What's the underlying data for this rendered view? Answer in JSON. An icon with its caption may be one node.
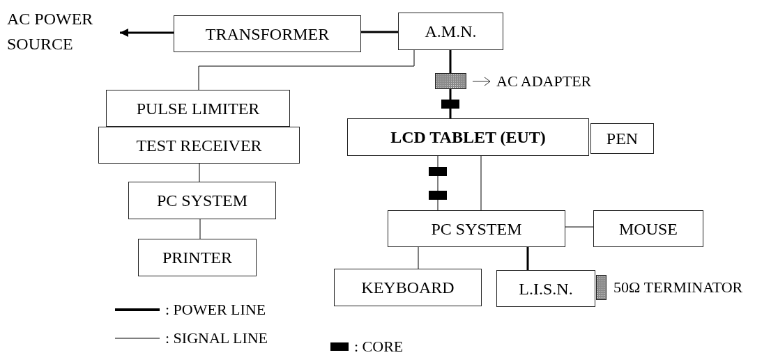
{
  "diagram": {
    "nodes": [
      {
        "text": [
          "AC POWER SOURCE"
        ]
      },
      {
        "text": [
          "TRANSFORMER"
        ]
      },
      {
        "text": [
          "A.M.N."
        ]
      },
      {
        "text": [],
        "shape": "box",
        "beside": [
          "AC ADAPTER"
        ]
      },
      {
        "text": [
          "PULSE LIMITER"
        ]
      },
      {
        "text": [
          "TEST RECEIVER"
        ]
      },
      {
        "text": [
          "LCD TABLET (EUT)"
        ]
      },
      {
        "text": [
          "PEN"
        ]
      },
      {
        "text": [
          "PC SYSTEM"
        ]
      },
      {
        "text": [
          "PC SYSTEM"
        ]
      },
      {
        "text": [
          "MOUSE"
        ]
      },
      {
        "text": [
          "PRINTER"
        ]
      },
      {
        "text": [
          "KEYBOARD"
        ]
      },
      {
        "text": [
          "L.I.S.N."
        ]
      },
      {
        "text": [],
        "shape": "box",
        "beside": [
          "50Ω TERMINATOR"
        ]
      }
    ],
    "edges": [
      {
        "from": 1,
        "to": 0,
        "arrow": "to",
        "style": "thick"
      },
      {
        "from": 1,
        "to": 2,
        "arrow": "none",
        "style": "thick"
      },
      {
        "from": 2,
        "to": 4,
        "arrow": "none"
      },
      {
        "from": 2,
        "to": 3,
        "arrow": "none",
        "style": "thick"
      },
      {
        "from": 3,
        "to": 6,
        "arrow": "none",
        "style": "thick"
      },
      {
        "from": 6,
        "to": 9,
        "arrow": "none"
      },
      {
        "from": 6,
        "to": 9,
        "arrow": "none"
      },
      {
        "from": 5,
        "to": 8,
        "arrow": "none"
      },
      {
        "from": 8,
        "to": 11,
        "arrow": "none"
      },
      {
        "from": 9,
        "to": 10,
        "arrow": "none"
      },
      {
        "from": 9,
        "to": 12,
        "arrow": "none"
      },
      {
        "from": 9,
        "to": 13,
        "arrow": "none",
        "style": "thick"
      }
    ],
    "legend": [
      {
        "text": ": POWER LINE"
      },
      {
        "text": ": SIGNAL LINE"
      },
      {
        "text": ": CORE",
        "color": "#000000"
      }
    ]
  }
}
